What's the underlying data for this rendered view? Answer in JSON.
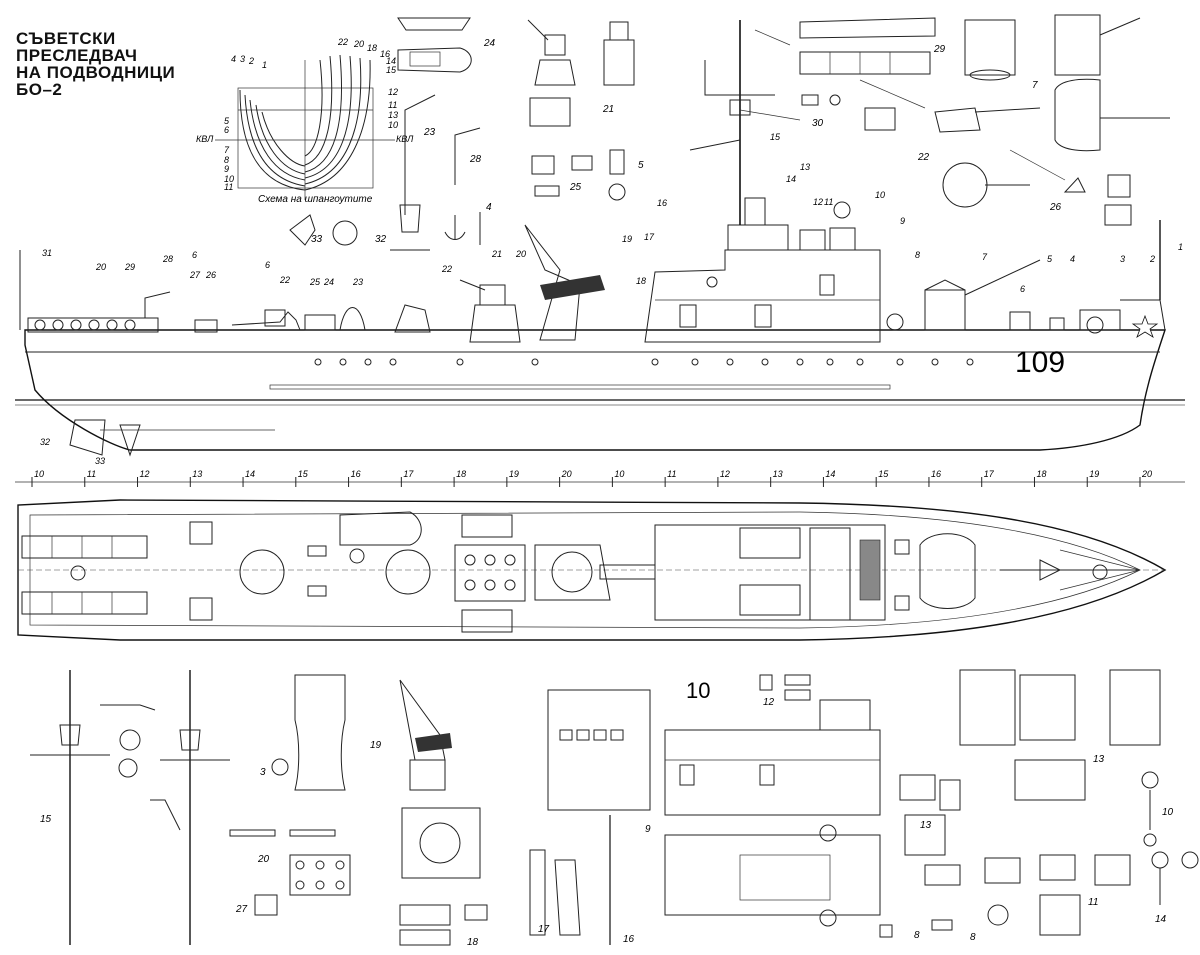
{
  "title": {
    "line1": "СЪВЕТСКИ",
    "line2": "ПРЕСЛЕДВАЧ",
    "line3": "НА ПОДВОДНИЦИ",
    "line4": "БО–2"
  },
  "body_plan_caption": "Схема на шпангоутите",
  "hull_number": "109",
  "station_scale": [
    "10",
    "11",
    "12",
    "13",
    "14",
    "15",
    "16",
    "17",
    "18",
    "19",
    "20",
    "10",
    "11",
    "12",
    "13",
    "14",
    "15",
    "16",
    "17",
    "18",
    "19",
    "20"
  ],
  "side_view_callouts": [
    "31",
    "20",
    "29",
    "28",
    "6",
    "27",
    "26",
    "6",
    "22",
    "25",
    "24",
    "23",
    "22",
    "21",
    "20",
    "19",
    "17",
    "18",
    "16",
    "15",
    "14",
    "13",
    "12",
    "11",
    "10",
    "9",
    "8",
    "7",
    "6",
    "5",
    "4",
    "3",
    "2",
    "1",
    "32",
    "33"
  ],
  "detail_callouts": [
    "24",
    "21",
    "5",
    "25",
    "4",
    "23",
    "28",
    "33",
    "32",
    "30",
    "29",
    "7",
    "22",
    "26",
    "15",
    "3",
    "19",
    "20",
    "27",
    "12",
    "9",
    "17",
    "16",
    "13",
    "18",
    "11",
    "10",
    "14",
    "8",
    "8",
    "13"
  ],
  "body_plan_labels": [
    "4",
    "3",
    "2",
    "1",
    "22",
    "20",
    "18",
    "16",
    "14",
    "12",
    "10",
    "11",
    "13",
    "15",
    "КВЛ",
    "КВЛ",
    "5",
    "6",
    "7",
    "8",
    "9",
    "10",
    "11"
  ]
}
